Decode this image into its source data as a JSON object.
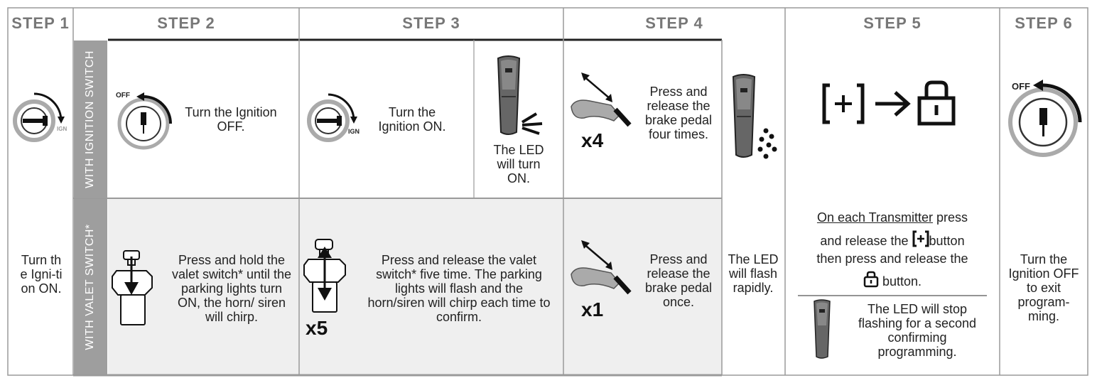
{
  "steps": {
    "step1": "STEP 1",
    "step2": "STEP 2",
    "step3": "STEP 3",
    "step4": "STEP 4",
    "step5": "STEP 5",
    "step6": "STEP 6"
  },
  "rows": {
    "ignition_label": "WITH IGNITION SWITCH",
    "valet_label": "WITH VALET SWITCH*"
  },
  "step1": {
    "text": "Turn the Igni-tion ON.",
    "ign_label": "IGN"
  },
  "step2": {
    "off_label": "OFF",
    "ignition_text": "Turn the Ignition OFF.",
    "valet_text": "Press and hold the valet switch* until the parking lights turn ON, the horn/ siren will chirp."
  },
  "step3": {
    "ign_label": "IGN",
    "ignition_text": "Turn the Ignition ON.",
    "led_text": "The LED will turn ON.",
    "valet_text": "Press and release the valet switch* five time. The parking lights will flash and the horn/siren will chirp each time to confirm.",
    "valet_count": "x5"
  },
  "step4": {
    "ignition_count": "x4",
    "ignition_text": "Press and release the brake pedal four times.",
    "valet_count": "x1",
    "valet_text": "Press and release the brake pedal once.",
    "flash_text": "The LED will flash rapidly."
  },
  "step5": {
    "press_underlined": "On each Transmitter",
    "press_rest": " press",
    "and_release": "and release the",
    "button_word": "button",
    "then_press": "then press and release the",
    "button_word2": "button.",
    "stop_text": "The LED will stop flashing for a second confirming programming."
  },
  "step6": {
    "off_label": "OFF",
    "text": "Turn the Ignition OFF to exit program-ming."
  },
  "colors": {
    "border": "#9a9a9a",
    "header_text": "#777777",
    "label_bar": "#9e9e9e",
    "valet_bg": "#efefef"
  }
}
